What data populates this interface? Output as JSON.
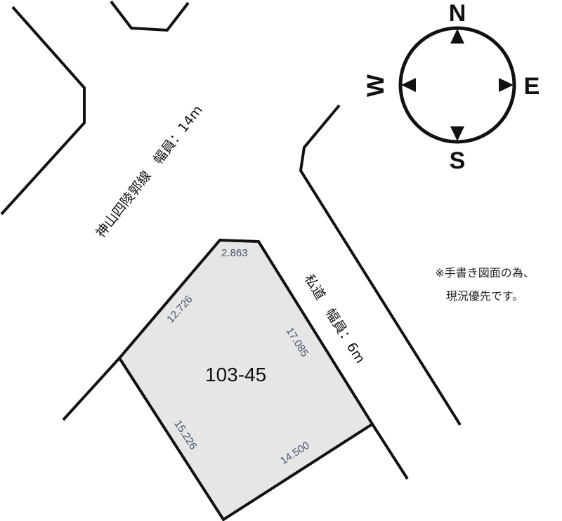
{
  "compass": {
    "north": "N",
    "east": "E",
    "south": "S",
    "west": "W"
  },
  "roads": {
    "main_road": "神山四陵郭線　幅員：14m",
    "private_road": "私道　幅員：6m"
  },
  "lot": {
    "number": "103-45",
    "fill_color": "#e6e6e6",
    "edges": {
      "top": "2.863",
      "upper_left": "12.726",
      "right": "17.085",
      "lower_left": "15.226",
      "bottom": "14.500"
    }
  },
  "note": {
    "line1": "※手書き図面の為、",
    "line2": "現況優先です。"
  }
}
